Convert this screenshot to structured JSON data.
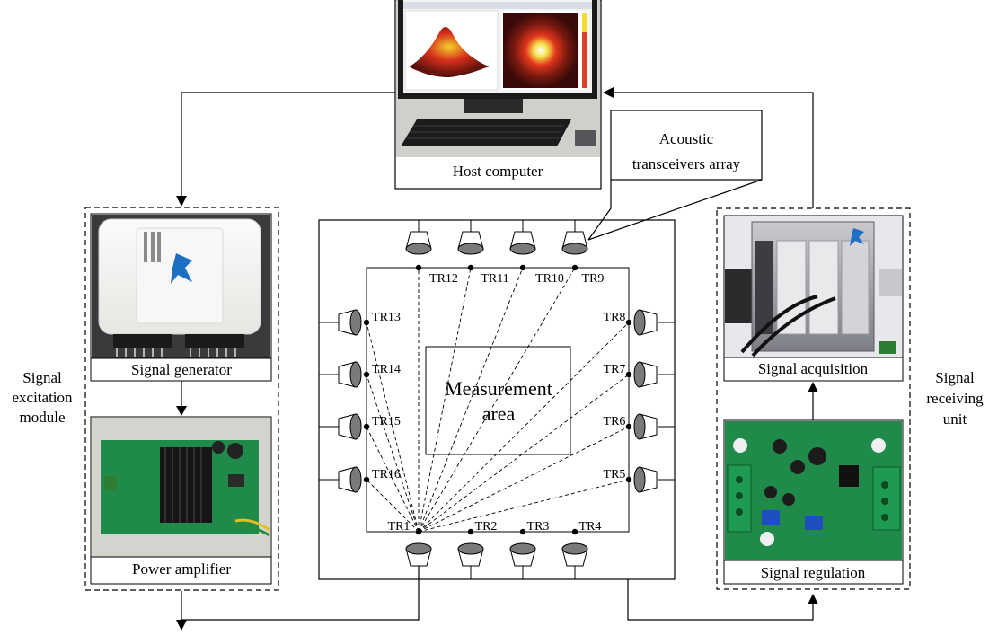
{
  "host": {
    "caption": "Host computer"
  },
  "callout": {
    "line1": "Acoustic",
    "line2": "transceivers array"
  },
  "center": {
    "line1": "Measurement",
    "line2": "area"
  },
  "left_module": {
    "side_label": [
      "Signal",
      "excitation",
      "module"
    ],
    "gen_caption": "Signal generator",
    "amp_caption": "Power amplifier"
  },
  "right_module": {
    "side_label": [
      "Signal",
      "receiving",
      "unit"
    ],
    "acq_caption": "Signal acquisition",
    "reg_caption": "Signal regulation"
  },
  "transducers": {
    "TR1": "TR1",
    "TR2": "TR2",
    "TR3": "TR3",
    "TR4": "TR4",
    "TR5": "TR5",
    "TR6": "TR6",
    "TR7": "TR7",
    "TR8": "TR8",
    "TR9": "TR9",
    "TR10": "TR10",
    "TR11": "TR11",
    "TR12": "TR12",
    "TR13": "TR13",
    "TR14": "TR14",
    "TR15": "TR15",
    "TR16": "TR16"
  },
  "colors": {
    "line": "#000000",
    "transducer_body": "#ffffff",
    "transducer_face": "#7a7a7a",
    "pcb_green": "#1f8a4a",
    "heatmap_hot": "#f0d020",
    "heatmap_mid": "#d0301a",
    "heatmap_bg": "#4a0f0a"
  }
}
